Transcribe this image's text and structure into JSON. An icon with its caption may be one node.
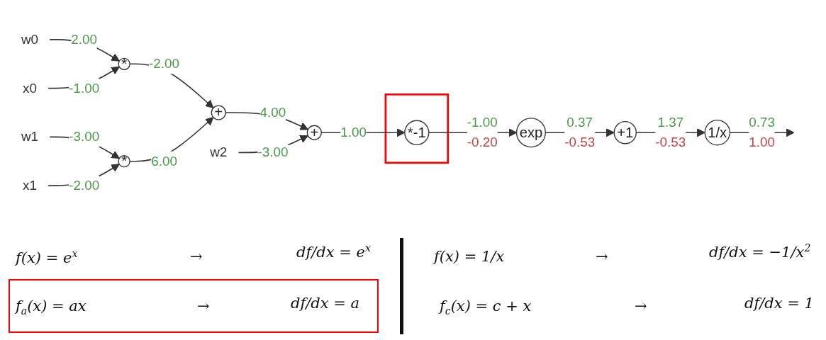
{
  "diagram": {
    "nodes": [
      {
        "text": [
          "w0"
        ]
      },
      {
        "text": [
          "x0"
        ]
      },
      {
        "text": [
          "w1"
        ]
      },
      {
        "text": [
          "x1"
        ]
      },
      {
        "text": [
          "w2"
        ]
      },
      {
        "text": [
          "*"
        ]
      },
      {
        "text": [
          "*"
        ]
      },
      {
        "text": [
          "+"
        ]
      },
      {
        "text": [
          "+"
        ]
      },
      {
        "text": [],
        "shape": "box"
      },
      {
        "text": [
          "*-1"
        ],
        "in": 9
      },
      {
        "text": [
          "exp"
        ]
      },
      {
        "text": [
          "+1"
        ]
      },
      {
        "text": [
          "1/x"
        ]
      }
    ],
    "edges": [
      {
        "from": 0,
        "to": 5,
        "arrow": "to",
        "label": "2.00"
      },
      {
        "from": 1,
        "to": 5,
        "arrow": "to",
        "label": "-1.00"
      },
      {
        "from": 2,
        "to": 6,
        "arrow": "to",
        "label": "-3.00"
      },
      {
        "from": 3,
        "to": 6,
        "arrow": "to",
        "label": "-2.00"
      },
      {
        "from": 5,
        "to": 7,
        "arrow": "to",
        "label": "-2.00"
      },
      {
        "from": 6,
        "to": 7,
        "arrow": "to",
        "label": "6.00"
      },
      {
        "from": 7,
        "to": 8,
        "arrow": "to",
        "label": "4.00"
      },
      {
        "from": 4,
        "to": 8,
        "arrow": "to",
        "label": "-3.00"
      },
      {
        "from": 8,
        "to": 10,
        "arrow": "to",
        "label": "1.00"
      },
      {
        "from": 10,
        "to": 11,
        "arrow": "to",
        "label": "-1.00 -0.20"
      },
      {
        "from": 11,
        "to": 12,
        "arrow": "to",
        "label": "0.37 -0.53"
      },
      {
        "from": 12,
        "to": 13,
        "arrow": "to",
        "label": "1.37 -0.53"
      },
      {
        "from": 13,
        "to": null,
        "arrow": "to",
        "label": "0.73 1.00"
      }
    ],
    "labels": [
      "f(x) = e$^{x}$",
      "→",
      "df/dx = e$^{x}$",
      "f(x) = 1/x",
      "→",
      "df/dx = −1/x$^{2}$",
      "f$_{a}$(x) = ax",
      "→",
      "df/dx = a",
      "f$_{c}$(x) = c + x",
      "→",
      "df/dx = 1"
    ]
  }
}
